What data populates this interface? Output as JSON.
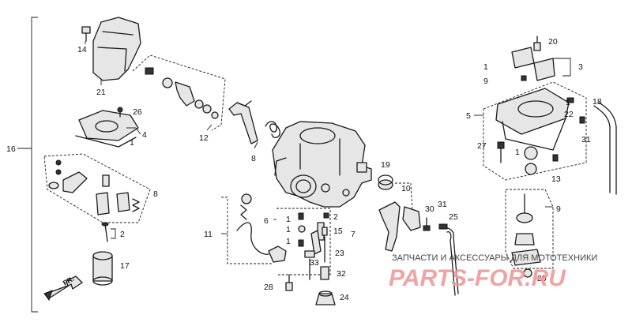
{
  "callouts": {
    "c1a": "1",
    "c1b": "1",
    "c1c": "1",
    "c1d": "1",
    "c1e": "1",
    "c1f": "1",
    "c1g": "1",
    "c2a": "2",
    "c2b": "2",
    "c3": "3",
    "c4": "4",
    "c5": "5",
    "c6": "6",
    "c7": "7",
    "c8a": "8",
    "c8b": "8",
    "c9a": "9",
    "c9b": "9",
    "c10": "10",
    "c11": "11",
    "c12": "12",
    "c13": "13",
    "c14": "14",
    "c15": "15",
    "c16": "16",
    "c17": "17",
    "c18": "18",
    "c19": "19",
    "c20": "20",
    "c21": "21",
    "c22": "22",
    "c23": "23",
    "c24": "24",
    "c25": "25",
    "c26": "26",
    "c27": "27",
    "c28": "28",
    "c29": "29",
    "c30": "30",
    "c31a": "31",
    "c31b": "31",
    "c32": "32",
    "c33": "33"
  },
  "front_arrow_label": "FR.",
  "watermark": {
    "caption": "ЗАПЧАСТИ И АКСЕССУАРЫ ДЛЯ МОТОТЕХНИКИ",
    "brand": "PARTS-FOR.RU"
  },
  "colors": {
    "line": "#1a1a1a",
    "watermark_brand": "#ef9a9a",
    "watermark_caption": "#444444"
  }
}
